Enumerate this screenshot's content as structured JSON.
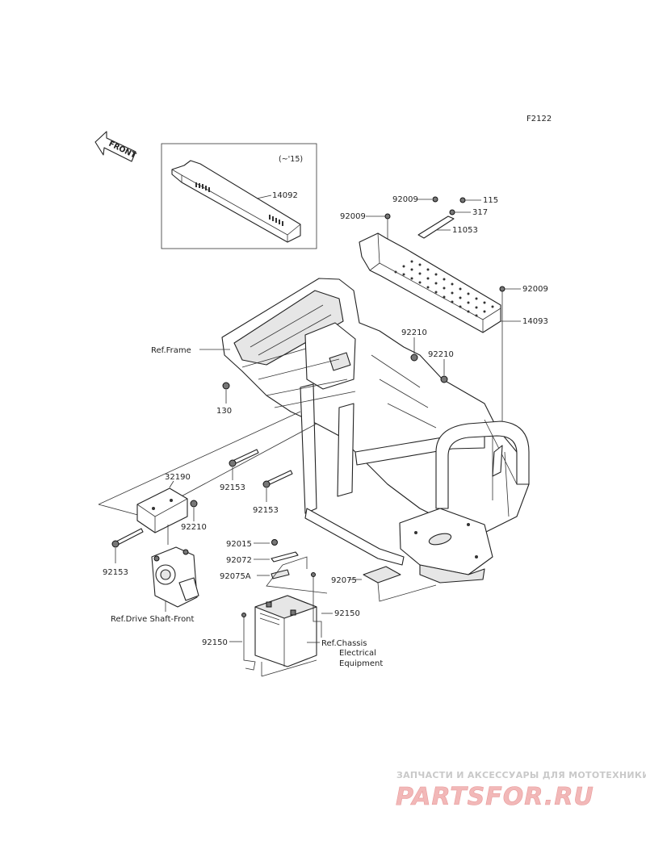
{
  "figure_code": "F2122",
  "front_badge": "FRONT",
  "inset_note": "(~'15)",
  "part_labels": {
    "p14092": "14092",
    "p92009_a": "92009",
    "p92009_b": "92009",
    "p92009_c": "92009",
    "p115": "115",
    "p317": "317",
    "p11053": "11053",
    "p14093": "14093",
    "p92210_a": "92210",
    "p92210_b": "92210",
    "p92210_c": "92210",
    "p130": "130",
    "p92153_a": "92153",
    "p92153_b": "92153",
    "p92153_c": "92153",
    "p32190": "32190",
    "p92015": "92015",
    "p92072": "92072",
    "p92075A": "92075A",
    "p92075": "92075",
    "p92150_a": "92150",
    "p92150_b": "92150"
  },
  "references": {
    "frame": "Ref.Frame",
    "drive_shaft": "Ref.Drive Shaft-Front",
    "chassis_line1": "Ref.Chassis",
    "chassis_line2": "Electrical",
    "chassis_line3": "Equipment"
  },
  "watermark": {
    "tagline": "ЗАПЧАСТИ И АКСЕССУАРЫ ДЛЯ МОТОТЕХНИКИ",
    "logo": "PARTSFOR.RU"
  }
}
